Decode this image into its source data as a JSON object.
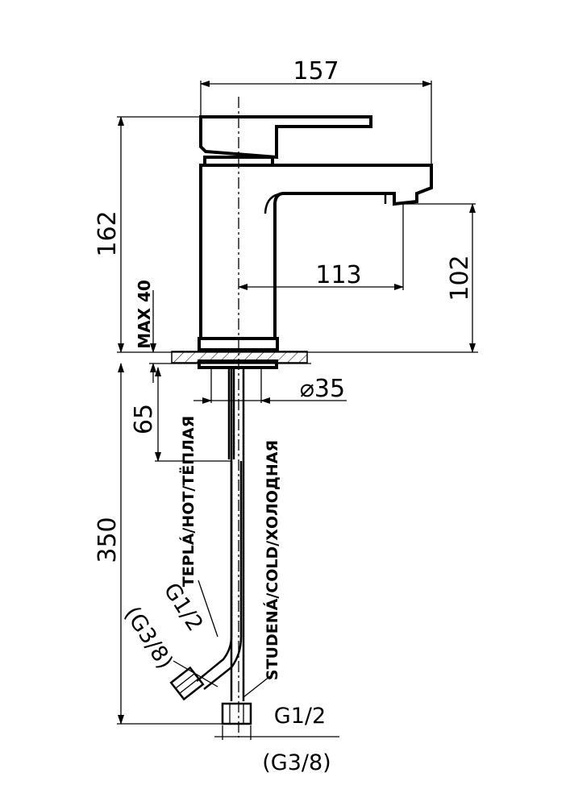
{
  "dimensions": {
    "width_total": "157",
    "height_total": "162",
    "spout_reach": "113",
    "spout_height": "102",
    "max_thickness": "MAX  40",
    "tail_length": "65",
    "hose_length": "350",
    "base_diameter": "⌀35"
  },
  "connections": {
    "hot_label": "TEPLÁ/HOT/TЁПЛАЯ",
    "cold_label": "STUDENÁ/COLD/ХОЛОДНАЯ",
    "hot_thread": "G1/2",
    "hot_thread_alt": "(G3/8)",
    "cold_thread": "G1/2",
    "cold_thread_alt": "(G3/8)"
  }
}
